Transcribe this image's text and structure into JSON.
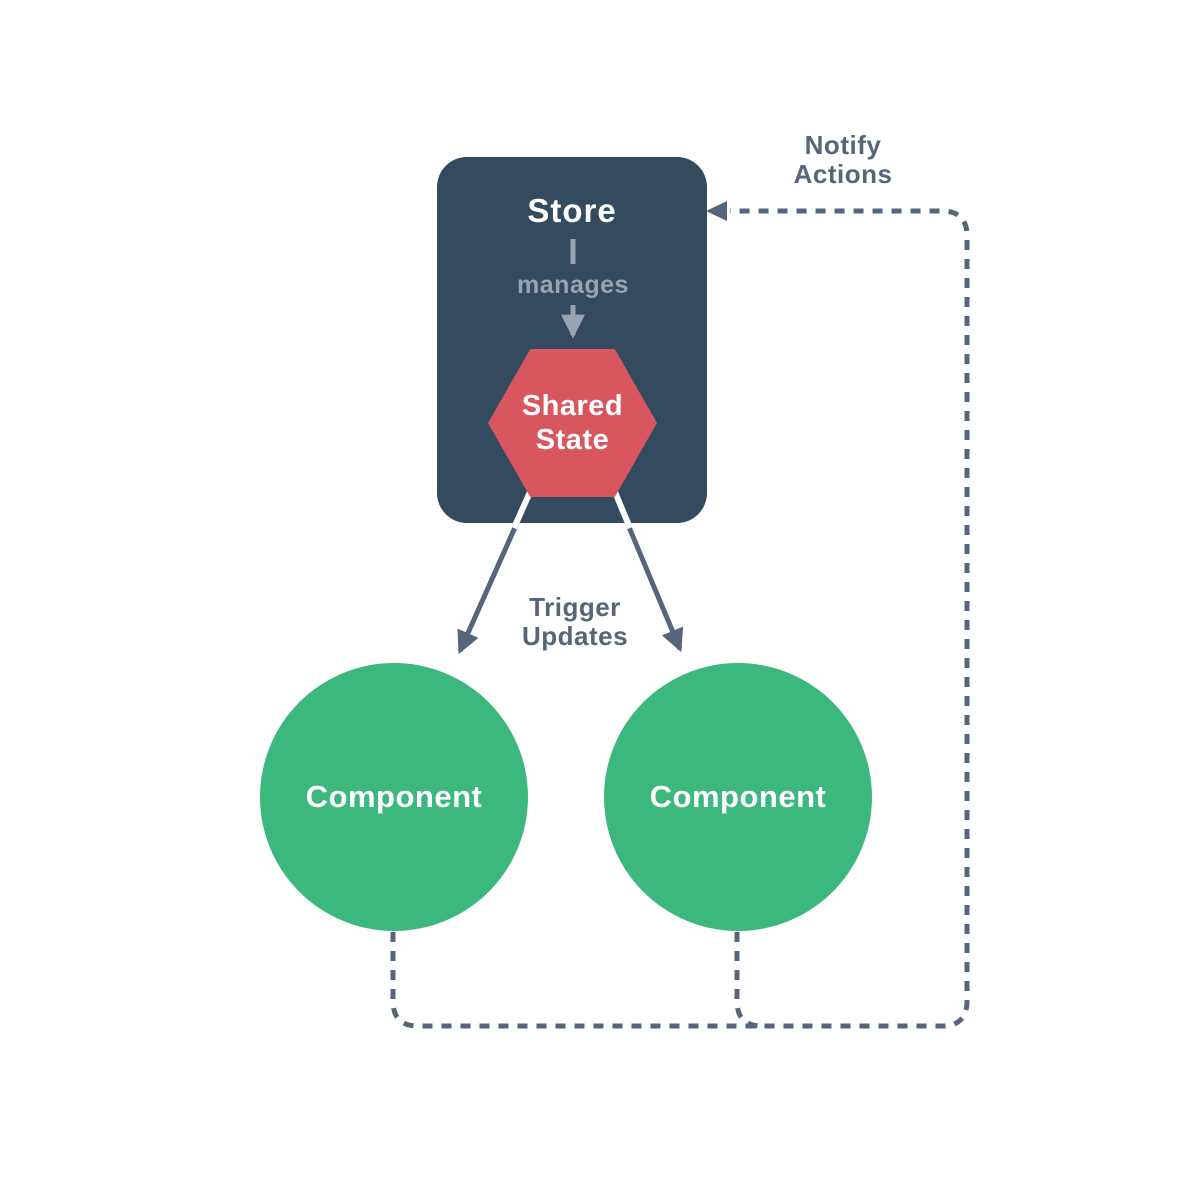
{
  "store": {
    "label": "Store"
  },
  "manages": {
    "label": "manages"
  },
  "shared_state": {
    "line1": "Shared",
    "line2": "State"
  },
  "components": [
    {
      "label": "Component"
    },
    {
      "label": "Component"
    }
  ],
  "flow_labels": {
    "trigger": {
      "line1": "Trigger",
      "line2": "Updates"
    },
    "notify": {
      "line1": "Notify",
      "line2": "Actions"
    }
  },
  "colors": {
    "background": "#ffffff",
    "store_bg": "#344a5e",
    "shared_state_bg": "#d8565e",
    "component_bg": "#3cb77e",
    "connector_slate": "#56657a",
    "manages_gray": "#9aa3b0",
    "text_on_dark": "#ffffff"
  }
}
